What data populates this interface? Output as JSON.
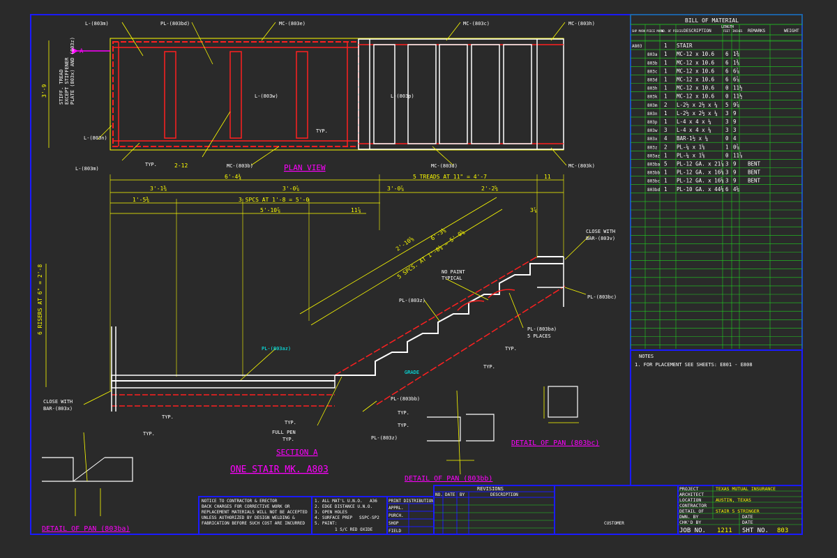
{
  "drawing": {
    "title": "ONE STAIR MK. A803",
    "views": {
      "plan": "PLAN VIEW",
      "section": "SECTION A",
      "section_mark": "A",
      "detail_803ba": "DETAIL OF PAN (803ba)",
      "detail_803bb": "DETAIL OF PAN (803bb)",
      "detail_803bc": "DETAIL OF PAN (803bc)"
    },
    "plan_callouts": {
      "l803m_top": "L-(803m)",
      "pl803bd": "PL-(803bd)",
      "mc803e": "MC-(803e)",
      "mc803c": "MC-(803c)",
      "mc803h": "MC-(803h)",
      "l803w": "L-(803w)",
      "l803p": "L-(803p)",
      "l803n": "L-(803n)",
      "l803m_bottom": "L-(803m)",
      "mc803b": "MC-(803b)",
      "mc803d": "MC-(803d)",
      "mc803k": "MC-(803k)",
      "typ": "TYP.",
      "weld_sym": "2-12",
      "stiff1": "STIFF. TREAD",
      "stiff2": "EXCEPT STIFFENER",
      "stiff3": "PLATE (803x) AND (803z)",
      "width": "3'-9"
    },
    "dims": {
      "overall": "6'-4¾",
      "treads": "5 TREADS AT 11\" = 4'-7",
      "d1": "3'-1⅜",
      "d2": "3'-0⅞",
      "d3": "3'-0⅞",
      "d4": "2'-2⅝",
      "d5": "1'-5⅜",
      "d6": "3 SPCS AT 1'-8 = 5'-0",
      "d7": "5'-10⅞",
      "d8": "11",
      "d9": "11⅞",
      "d10": "3⅞",
      "risers": "6 RISERS AT 6\" = 2'-8",
      "diag1": "5 SPCS. AT 1'-0⅛ = 5'-0⅝",
      "diag2": "6'-3⅛",
      "diag3": "2'-10⅝"
    },
    "section_callouts": {
      "close_right": "CLOSE WITH",
      "close_right2": "BAR-(803v)",
      "pl803bc": "PL-(803bc)",
      "no_paint": "NO PAINT",
      "typical": "TYPICAL",
      "pl803z": "PL-(803z)",
      "pl803ba": "PL-(803ba)",
      "places": "5 PLACES",
      "pl803az": "PL-(803az)",
      "close_left": "CLOSE WITH",
      "close_left2": "BAR-(803x)",
      "pl803bb": "PL-(803bb)",
      "pl803z2": "PL-(803z)",
      "full_pen": "FULL PEN",
      "typ2": "TYP.",
      "grade": "GRADE"
    },
    "bom": {
      "title": "BILL OF MATERIAL",
      "headers": [
        "SHP MARK",
        "PIECE MARK",
        "NO. OF PIECES",
        "DESCRIPTION",
        "FEET",
        "INCHES",
        "REMARKS",
        "WEIGHT"
      ],
      "length_header": "LENGTH",
      "rows": [
        [
          "A803",
          "",
          "1",
          "STAIR",
          "",
          "",
          "",
          ""
        ],
        [
          "",
          "803a",
          "1",
          "MC-12 x 10.6",
          "6",
          "1⅜",
          "",
          ""
        ],
        [
          "",
          "803b",
          "1",
          "MC-12 x 10.6",
          "6",
          "1⅜",
          "",
          ""
        ],
        [
          "",
          "803c",
          "1",
          "MC-12 x 10.6",
          "6",
          "6⅞",
          "",
          ""
        ],
        [
          "",
          "803d",
          "1",
          "MC-12 x 10.6",
          "6",
          "6⅞",
          "",
          ""
        ],
        [
          "",
          "803h",
          "1",
          "MC-12 x 10.6",
          "0",
          "11½",
          "",
          ""
        ],
        [
          "",
          "803k",
          "1",
          "MC-12 x 10.6",
          "0",
          "11½",
          "",
          ""
        ],
        [
          "",
          "803m",
          "2",
          "L-2½ x 2½ x ¼",
          "5",
          "9⅞",
          "",
          ""
        ],
        [
          "",
          "803n",
          "1",
          "L-2½ x 2½ x ¼",
          "3",
          "9",
          "",
          ""
        ],
        [
          "",
          "803p",
          "1",
          "L-4 x 4 x ¼",
          "3",
          "9",
          "",
          ""
        ],
        [
          "",
          "803w",
          "3",
          "L-4 x 4 x ¼",
          "3",
          "3",
          "",
          ""
        ],
        [
          "",
          "803x",
          "4",
          "BAR-1½ x ¼",
          "0",
          "4",
          "",
          ""
        ],
        [
          "",
          "803z",
          "2",
          "PL-¼ x 1⅝",
          "1",
          "0⅞",
          "",
          ""
        ],
        [
          "",
          "803az",
          "1",
          "PL-¼ x 1⅝",
          "0",
          "11⅞",
          "",
          ""
        ],
        [
          "",
          "803ba",
          "5",
          "PL-12 GA. x 21⅞",
          "3",
          "9",
          "BENT",
          ""
        ],
        [
          "",
          "803bb",
          "1",
          "PL-12 GA. x 16⅝",
          "3",
          "9",
          "BENT",
          ""
        ],
        [
          "",
          "803bc",
          "1",
          "PL-12 GA. x 16⅝",
          "3",
          "9",
          "BENT",
          ""
        ],
        [
          "",
          "803bd",
          "1",
          "PL-10 GA. x 44⅛",
          "6",
          "4⅝",
          "",
          ""
        ]
      ]
    },
    "notes": {
      "title": "NOTES",
      "line1": "1. FOR PLACEMENT SEE SHEETS: E801 - E808"
    },
    "notice": {
      "l1": "NOTICE TO CONTRACTOR & ERECTOR",
      "l2": "BACK CHARGES FOR CORRECTIVE WORK OR",
      "l3": "REPLACEMENT MATERIALS WILL NOT BE ACCEPTED",
      "l4": "UNLESS AUTHORIZED BY DESIGN WELDING &",
      "l5": "FABRICATION BEFORE SUCH COST ARE INCURRED"
    },
    "general": {
      "l1": "1. ALL MAT'L U.N.O.",
      "l1b": "A36",
      "l2": "2. EDGE DISTANCE U.N.O.",
      "l3": "3. OPEN HOLES",
      "l4": "4. SURFACE PREP",
      "l4b": "SSPC-SP2",
      "l5": "5. PAINT:",
      "l6": "1 S/C RED OXIDE"
    },
    "print_dist": {
      "title": "PRINT DISTRIBUTION",
      "appr": "APPRL.",
      "purch": "PURCH.",
      "shop": "SHOP",
      "field": "FIELD"
    },
    "revisions": {
      "title": "REVISIONS",
      "no": "NO.",
      "date": "DATE",
      "by": "BY",
      "desc": "DESCRIPTION"
    },
    "customer": "CUSTOMER",
    "title_block": {
      "project_lbl": "PROJECT",
      "project": "TEXAS MUTUAL INSURANCE",
      "architect_lbl": "ARCHITECT",
      "location_lbl": "LOCATION",
      "location": "AUSTIN, TEXAS",
      "contractor_lbl": "CONTRACTOR",
      "detail_lbl": "DETAIL OF",
      "detail": "STAIR 5 STRINGER",
      "dwn_lbl": "DWN. BY",
      "date_lbl": "DATE",
      "chkd_lbl": "CHK'D BY",
      "date2_lbl": "DATE",
      "job_lbl": "JOB NO.",
      "job": "1211",
      "sht_lbl": "SHT NO.",
      "sht": "803"
    }
  },
  "colors": {
    "background": "#2a2a2a",
    "border": "#1a1aff",
    "yellow": "#ffff00",
    "red": "#ff2020",
    "white": "#ffffff",
    "magenta": "#ff00ff",
    "cyan": "#00ffff",
    "green": "#20d020"
  }
}
